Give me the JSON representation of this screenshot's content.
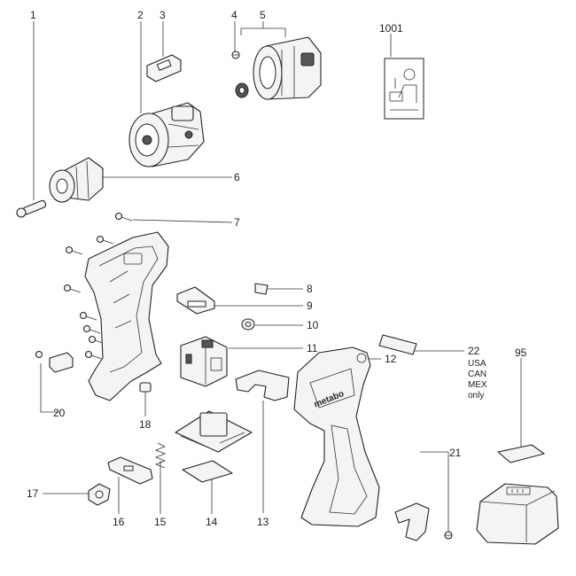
{
  "callouts": [
    {
      "id": "c1",
      "text": "1"
    },
    {
      "id": "c2",
      "text": "2"
    },
    {
      "id": "c3",
      "text": "3"
    },
    {
      "id": "c4",
      "text": "4"
    },
    {
      "id": "c5",
      "text": "5"
    },
    {
      "id": "c6",
      "text": "6"
    },
    {
      "id": "c7",
      "text": "7"
    },
    {
      "id": "c8",
      "text": "8"
    },
    {
      "id": "c9",
      "text": "9"
    },
    {
      "id": "c10",
      "text": "10"
    },
    {
      "id": "c11",
      "text": "11"
    },
    {
      "id": "c12",
      "text": "12"
    },
    {
      "id": "c13",
      "text": "13"
    },
    {
      "id": "c14",
      "text": "14"
    },
    {
      "id": "c15",
      "text": "15"
    },
    {
      "id": "c16",
      "text": "16"
    },
    {
      "id": "c17",
      "text": "17"
    },
    {
      "id": "c18",
      "text": "18"
    },
    {
      "id": "c20",
      "text": "20"
    },
    {
      "id": "c21",
      "text": "21"
    },
    {
      "id": "c22",
      "text": "22"
    },
    {
      "id": "c95",
      "text": "95"
    },
    {
      "id": "c1001",
      "text": "1001"
    }
  ],
  "note_22": [
    "USA",
    "CAN",
    "MEX",
    "only"
  ],
  "housing_brand": "metabo"
}
